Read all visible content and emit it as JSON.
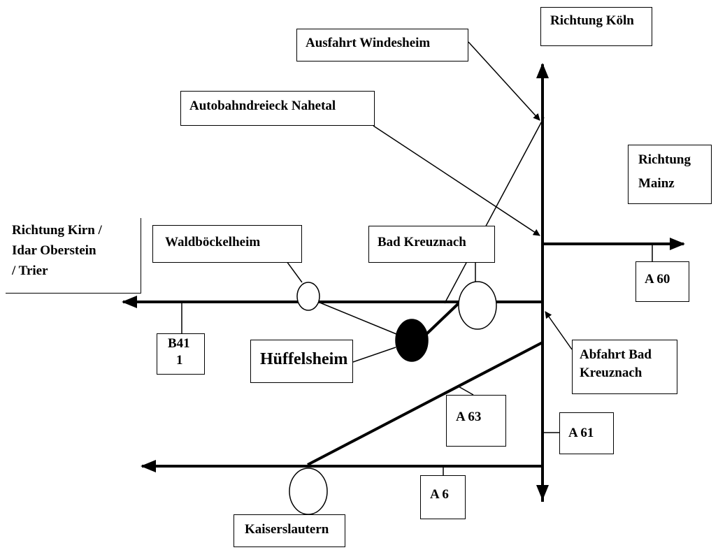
{
  "directions": {
    "koeln": "Richtung Köln",
    "mainz_line1": "Richtung",
    "mainz_line2": "Mainz",
    "kirn_line1": "Richtung Kirn /",
    "kirn_line2": "Idar Oberstein",
    "kirn_line3": "/ Trier"
  },
  "junctions": {
    "windesheim": "Ausfahrt Windesheim",
    "nahetal": "Autobahndreieck Nahetal",
    "abfahrt_line1": "Abfahrt Bad",
    "abfahrt_line2": "Kreuznach"
  },
  "towns": {
    "waldboeckelheim": "Waldböckelheim",
    "bad_kreuznach": "Bad Kreuznach",
    "hueffelsheim": "Hüffelsheim",
    "kaiserslautern": "Kaiserslautern"
  },
  "roads": {
    "a60": "A 60",
    "a61": "A 61",
    "a63": "A 63",
    "a6": "A 6",
    "b41_line1": "B41",
    "b41_line2": "1"
  },
  "highlight": {
    "hueffelsheim_fill": "#000000"
  }
}
